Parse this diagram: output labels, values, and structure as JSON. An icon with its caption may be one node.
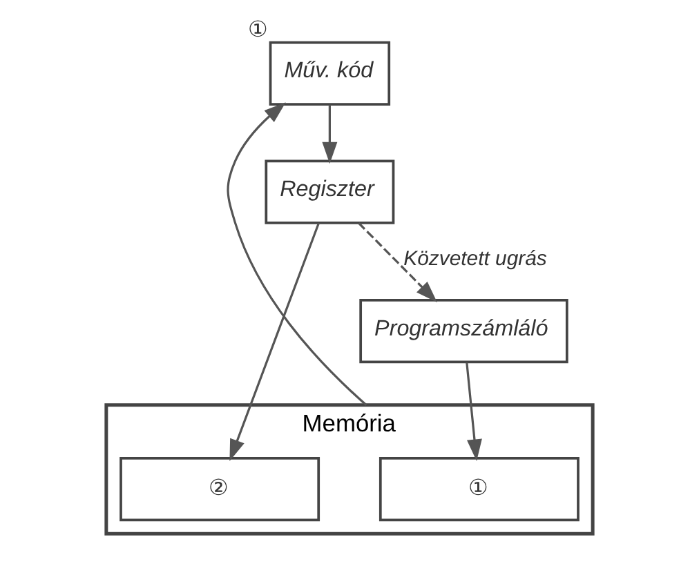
{
  "diagram": {
    "nodes": [
      {
        "text": [
          "Memória"
        ]
      },
      {
        "text": [
          "②"
        ],
        "in": 0
      },
      {
        "text": [
          "①"
        ],
        "in": 0
      },
      {
        "text": [
          "Műv. kód"
        ],
        "beside": [
          "①"
        ]
      },
      {
        "text": [
          "Regiszter"
        ]
      },
      {
        "text": [
          "Programszámláló"
        ]
      }
    ],
    "edges": [
      {
        "from": 0,
        "to": 3,
        "arrow": "to"
      },
      {
        "from": 3,
        "to": 4,
        "arrow": "to"
      },
      {
        "from": 4,
        "to": 1,
        "arrow": "to"
      },
      {
        "from": 4,
        "to": 5,
        "arrow": "to",
        "label": "Közvetett ugrás",
        "style": "dashed"
      },
      {
        "from": 5,
        "to": 2,
        "arrow": "to"
      }
    ]
  }
}
